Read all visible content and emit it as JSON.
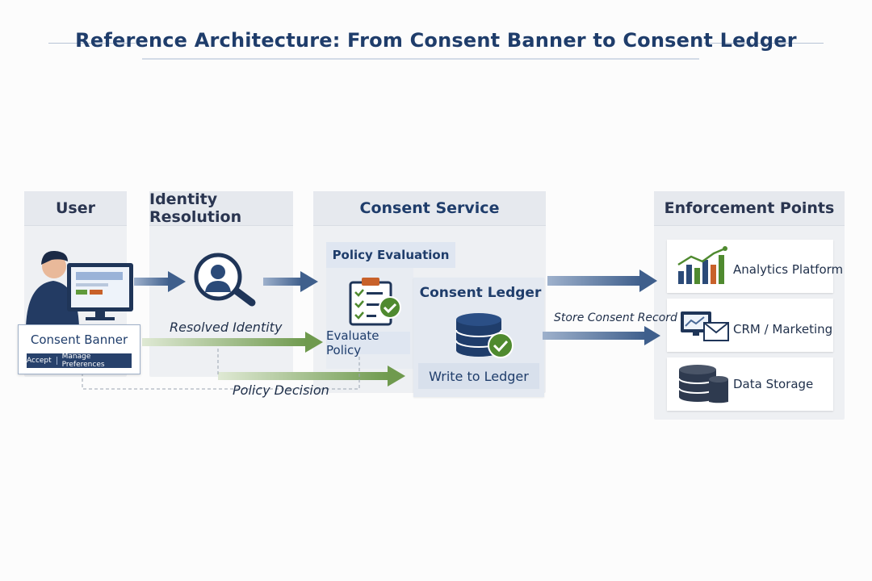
{
  "title": "Reference Architecture: From Consent Banner to Consent Ledger",
  "columns": {
    "user": "User",
    "identity": "Identity Resolution",
    "consent_service": "Consent Service",
    "enforcement": "Enforcement Points"
  },
  "consent_banner": {
    "title": "Consent Banner",
    "accept": "Accept",
    "manage": "Manage Preferences"
  },
  "consent_service": {
    "policy_evaluation": "Policy Evaluation",
    "evaluate_policy": "Evaluate Policy",
    "consent_ledger": "Consent Ledger",
    "write_to_ledger": "Write to Ledger"
  },
  "flows": {
    "resolved_identity": "Resolved Identity",
    "policy_decision": "Policy Decision",
    "store_consent_record": "Store Consent Record"
  },
  "enforcement_points": [
    {
      "label": "Analytics Platform",
      "icon": "bar-chart-icon"
    },
    {
      "label": "CRM / Marketing",
      "icon": "crm-mail-icon"
    },
    {
      "label": "Data Storage",
      "icon": "database-icon"
    }
  ],
  "colors": {
    "navy": "#1f3d6b",
    "arrow_blue": "#4a6a97",
    "arrow_green": "#6f9a4e",
    "check_green": "#4f8a2f"
  }
}
